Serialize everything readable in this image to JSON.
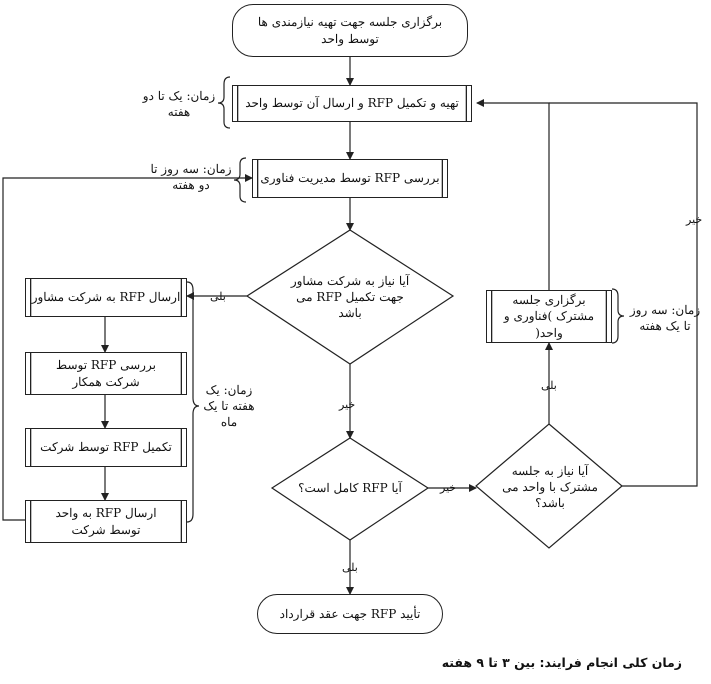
{
  "nodes": {
    "start": "برگزاری جلسه جهت تهیه نیازمندی ها توسط واحد",
    "prepare": "تهیه و تکمیل RFP و ارسال آن توسط واحد",
    "review_it": "بررسی RFP توسط مدیریت فناوری",
    "decision_consultant": "آیا نیاز به شرکت مشاور جهت تکمیل RFP می باشد",
    "send_consultant": "ارسال RFP به شرکت مشاور",
    "review_partner": "بررسی RFP توسط شرکت همکار",
    "complete_company": "تکمیل RFP توسط شرکت",
    "send_unit": "ارسال RFP به واحد توسط شرکت",
    "decision_complete": "آیا RFP کامل است؟",
    "decision_meeting": "آیا نیاز به جلسه مشترک با واحد می باشد؟",
    "joint_meeting": "برگزاری جلسه مشترک )فناوری و واحد(",
    "approve": "تأیید RFP جهت عقد قرارداد"
  },
  "notes": {
    "time_prepare": "زمان: یک تا دو هفته",
    "time_review": "زمان: سه روز تا دو هفته",
    "time_consultant": "زمان: یک هفته تا یک ماه",
    "time_meeting": "زمان: سه روز تا یک هفته"
  },
  "labels": {
    "yes": "بلی",
    "no": "خیر"
  },
  "footer": "زمان کلی انجام فرایند: بین ۳ تا ۹ هفته"
}
